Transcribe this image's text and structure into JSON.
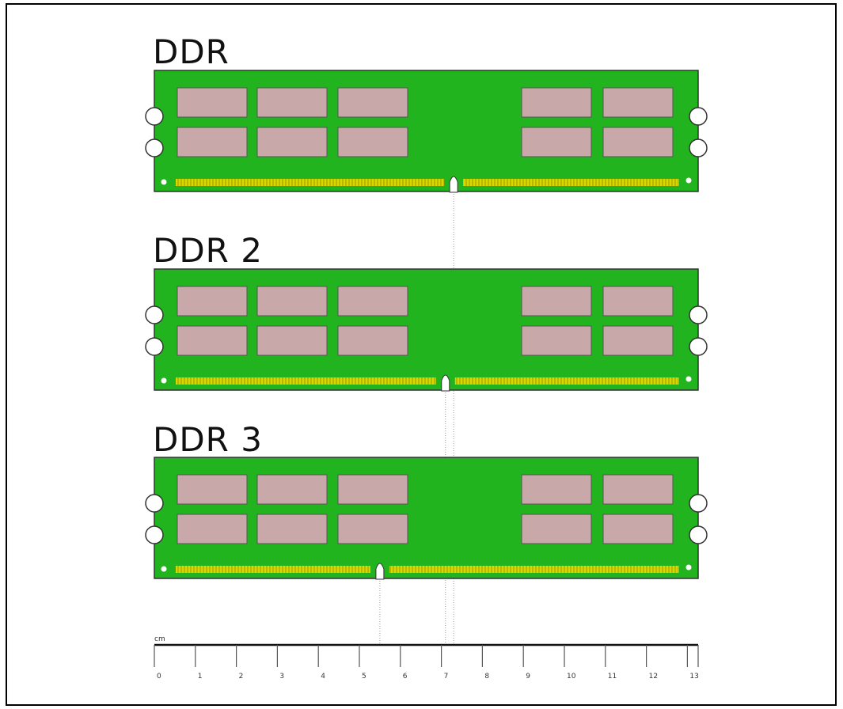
{
  "modules": [
    {
      "label": "DDR",
      "notch_cm": 7.3
    },
    {
      "label": "DDR 2",
      "notch_cm": 7.1
    },
    {
      "label": "DDR 3",
      "notch_cm": 5.5
    }
  ],
  "ruler": {
    "unit": "cm",
    "ticks": [
      "0",
      "1",
      "2",
      "3",
      "4",
      "5",
      "6",
      "7",
      "8",
      "9",
      "10",
      "11",
      "12",
      "13"
    ]
  },
  "colors": {
    "pcb": "#22b41e",
    "chip": "#c8a8a8",
    "pins": "#d8d800",
    "outline": "#333333"
  }
}
